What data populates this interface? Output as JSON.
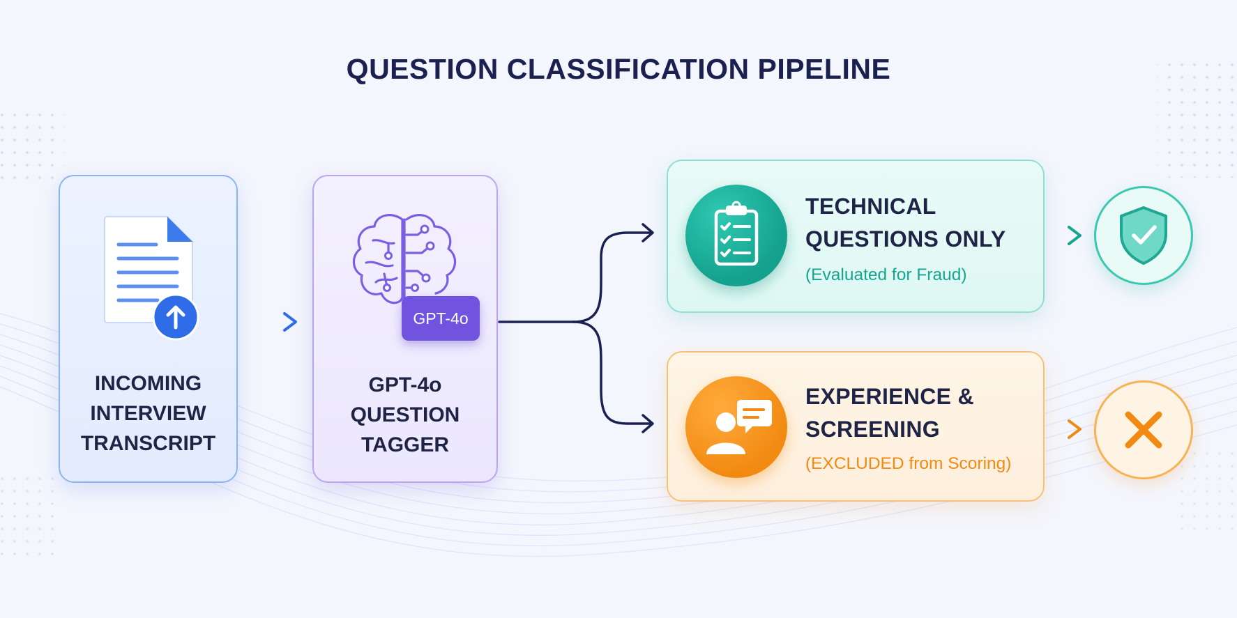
{
  "title": "QUESTION CLASSIFICATION PIPELINE",
  "input_node": {
    "label_lines": [
      "INCOMING",
      "INTERVIEW",
      "TRANSCRIPT"
    ],
    "icon": "document-upload-icon"
  },
  "tagger_node": {
    "label_lines": [
      "GPT-4o",
      "QUESTION",
      "TAGGER"
    ],
    "badge": "GPT-4o",
    "icon": "brain-circuit-icon"
  },
  "branches": {
    "technical": {
      "title_lines": [
        "TECHNICAL",
        "QUESTIONS ONLY"
      ],
      "subtitle": "(Evaluated for Fraud)",
      "icon": "clipboard-checklist-icon",
      "result_icon": "shield-check-icon",
      "color": "#17a58f"
    },
    "experience": {
      "title_lines": [
        "EXPERIENCE &",
        "SCREENING"
      ],
      "subtitle": "(EXCLUDED from Scoring)",
      "icon": "person-chat-icon",
      "result_icon": "x-mark-icon",
      "color": "#f08a12"
    }
  },
  "colors": {
    "title": "#1a2151",
    "input_accent": "#2f6de8",
    "tagger_accent": "#7053df",
    "technical_accent": "#17a58f",
    "experience_accent": "#f08a12",
    "connector": "#1a2151"
  }
}
